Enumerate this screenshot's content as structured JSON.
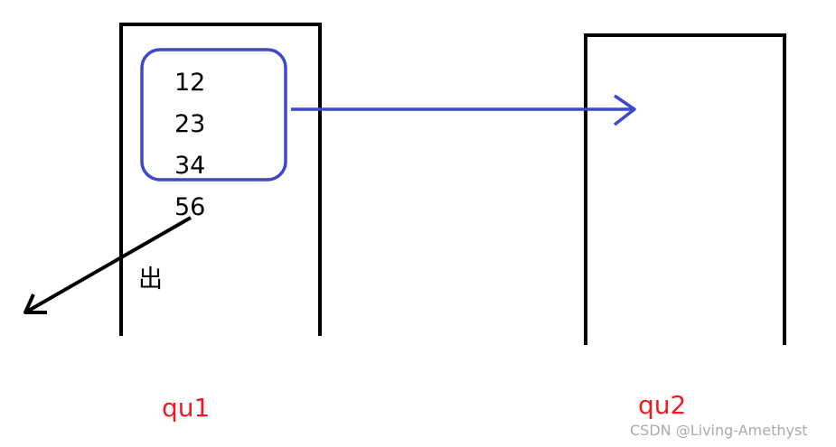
{
  "queue1": {
    "label": "qu1",
    "items": [
      "12",
      "23",
      "34",
      "56"
    ],
    "dequeue_label": "出"
  },
  "queue2": {
    "label": "qu2"
  },
  "watermark": "CSDN @Living-Amethyst",
  "colors": {
    "outline": "#000000",
    "selection": "#3f48cc",
    "label": "#ed1c24",
    "watermark": "#aaaaaa"
  }
}
